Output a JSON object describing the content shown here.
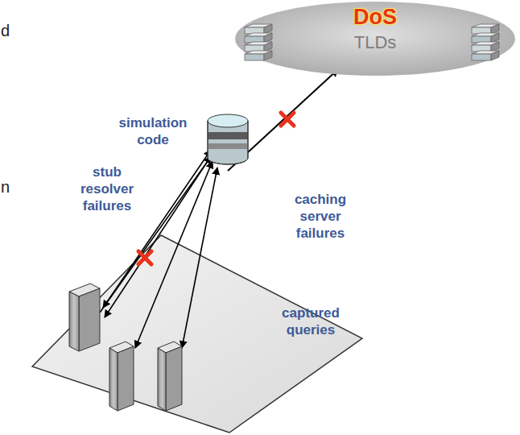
{
  "diagram": {
    "nodes": [
      {
        "text": [
          "DoS",
          "TLDs"
        ]
      }
    ],
    "labels": [
      "d",
      "n",
      "simulation code",
      "stub resolver failures",
      "caching server failures",
      "captured queries"
    ]
  }
}
